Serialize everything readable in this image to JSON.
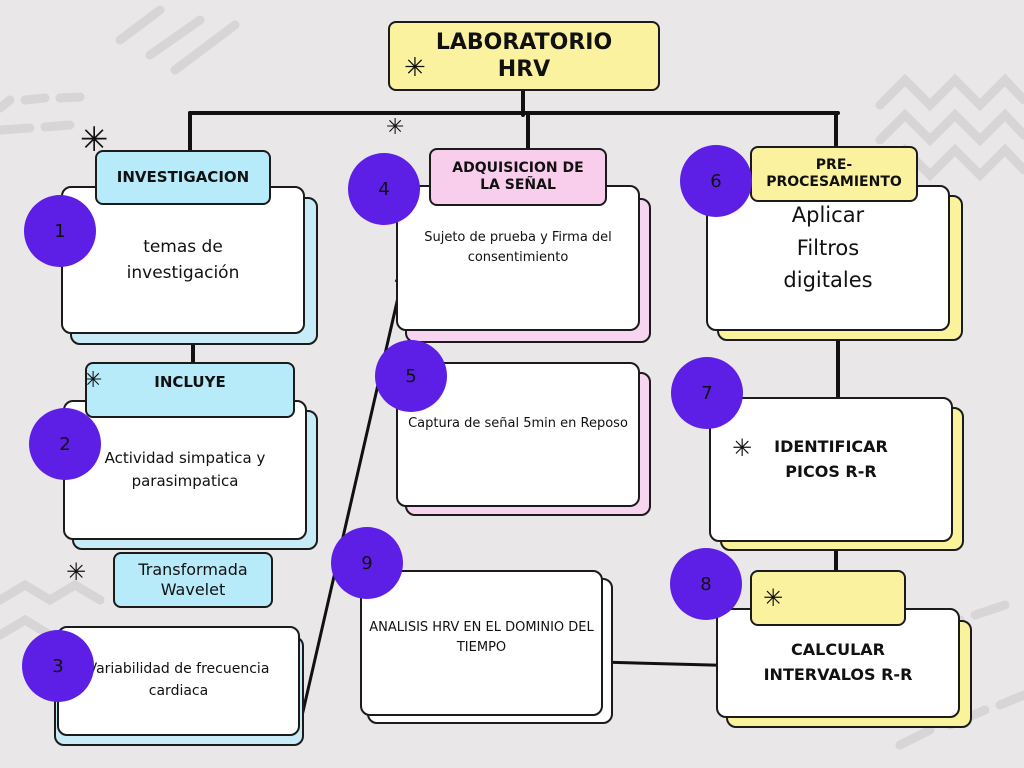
{
  "title": {
    "line1": "LABORATORIO",
    "line2": "HRV"
  },
  "columns": {
    "investigacion": {
      "header": "INVESTIGACION",
      "step1": {
        "number": "1",
        "text": "temas de investigación"
      },
      "sub_header": "INCLUYE",
      "step2": {
        "number": "2",
        "text": "Actividad simpatica y parasimpatica"
      },
      "wavelet": "Transformada Wavelet",
      "step3": {
        "number": "3",
        "text": "Variabilidad de frecuencia cardiaca"
      }
    },
    "adquisicion": {
      "header": "ADQUISICION DE LA SEÑAL",
      "step4": {
        "number": "4",
        "text": "Sujeto de prueba y Firma del consentimiento"
      },
      "step5": {
        "number": "5",
        "text": "Captura de señal 5min en Reposo"
      }
    },
    "preprocesamiento": {
      "header_line1": "PRE-",
      "header_line2": "PROCESAMIENTO",
      "step6": {
        "number": "6",
        "text": "Aplicar Filtros digitales"
      },
      "step7": {
        "number": "7",
        "text": "IDENTIFICAR PICOS R-R"
      },
      "step8": {
        "number": "8",
        "text": "CALCULAR INTERVALOS R-R"
      }
    }
  },
  "step9": {
    "number": "9",
    "text": "ANALISIS HRV EN EL DOMINIO DEL TIEMPO"
  },
  "colors": {
    "accent_circle": "#5d1ee6",
    "blue": "#b7ebfa",
    "pink": "#f9cdec",
    "yellow": "#fbf2a0"
  }
}
